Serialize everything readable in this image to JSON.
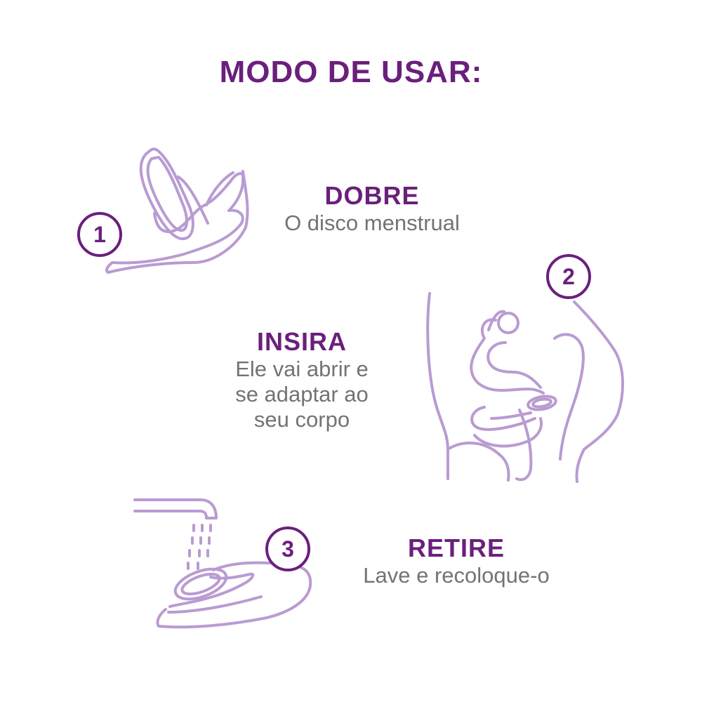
{
  "title": "MODO DE USAR:",
  "colors": {
    "accent": "#6b1f7c",
    "illustration": "#b99bd2",
    "text_gray": "#737373"
  },
  "steps": [
    {
      "number": "1",
      "heading": "DOBRE",
      "description": [
        "O disco menstrual"
      ],
      "illustration": "hand-folding-disc"
    },
    {
      "number": "2",
      "heading": "INSIRA",
      "description": [
        "Ele vai abrir e",
        "se adaptar ao",
        "seu corpo"
      ],
      "illustration": "body-cross-section-with-disc"
    },
    {
      "number": "3",
      "heading": "RETIRE",
      "description": [
        "Lave e recoloque-o"
      ],
      "illustration": "hand-under-faucet-with-disc"
    }
  ]
}
